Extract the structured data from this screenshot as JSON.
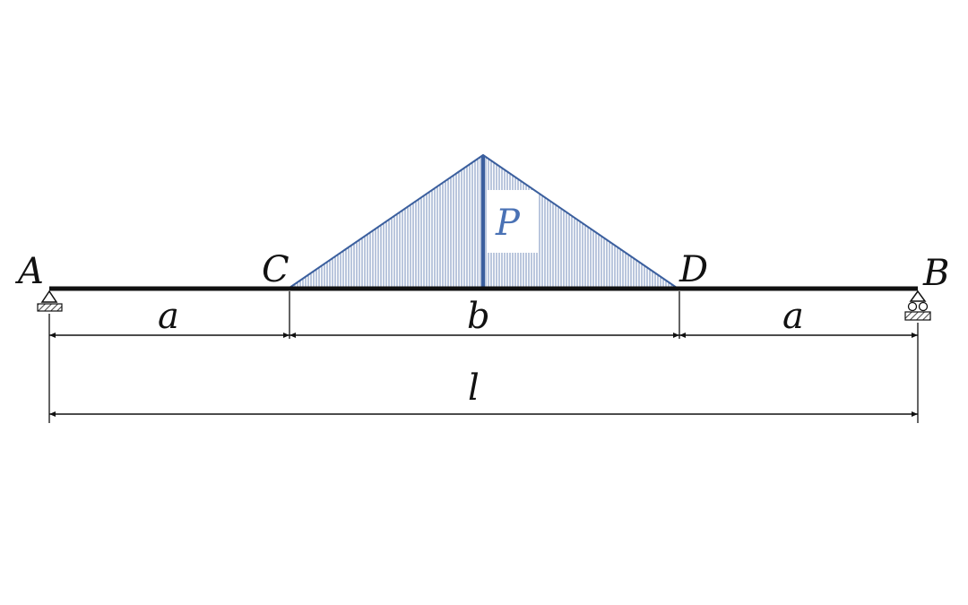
{
  "diagram": {
    "points": {
      "A": "A",
      "B": "B",
      "C": "C",
      "D": "D"
    },
    "load_label": "P",
    "dims": {
      "left": "a",
      "middle": "b",
      "right": "a",
      "total": "l"
    }
  },
  "colors": {
    "beam": "#111111",
    "load": "#3b5f9e",
    "load_text": "#4a72b5"
  }
}
